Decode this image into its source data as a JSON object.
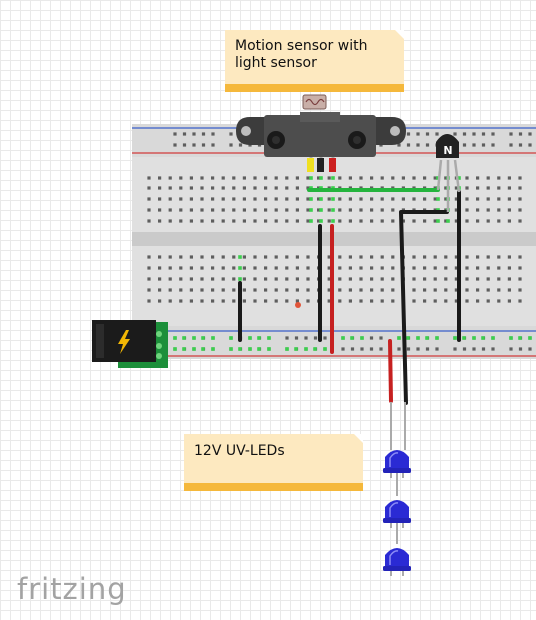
{
  "notes": {
    "motion_sensor": "Motion sensor with\nlight sensor",
    "uv_leds": "12V UV-LEDs"
  },
  "transistor": {
    "label": "N"
  },
  "branding": {
    "logo_text": "fritzing"
  },
  "colors": {
    "wire_black": "#1a1a1a",
    "wire_red": "#c62020",
    "wire_green": "#25b43d",
    "led_blue": "#2a2ad4",
    "note_fill": "#fde9c0",
    "note_bar": "#f5b83b",
    "pcb_green": "#1c8f3a"
  },
  "icons": {
    "power_jack": "lightning-icon"
  }
}
